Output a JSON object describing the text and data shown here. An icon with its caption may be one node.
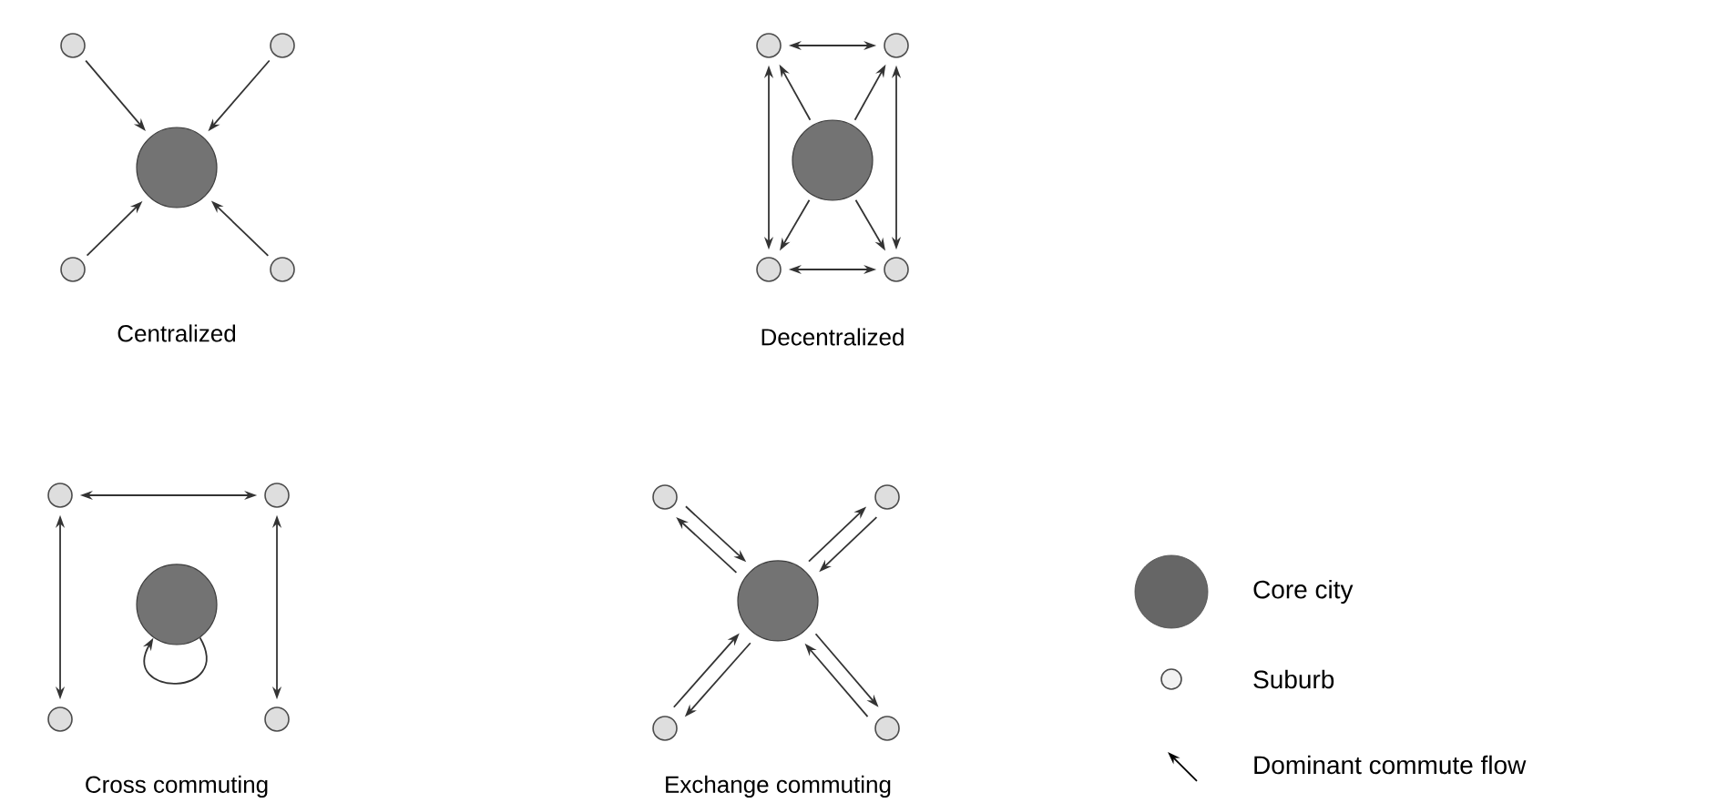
{
  "diagram": {
    "nodes": [
      {
        "text": [],
        "shape": "circle"
      },
      {
        "text": [],
        "shape": "circle"
      },
      {
        "text": [],
        "shape": "circle"
      },
      {
        "text": [],
        "shape": "circle"
      },
      {
        "text": [],
        "shape": "circle"
      },
      {
        "text": [],
        "shape": "circle"
      },
      {
        "text": [],
        "shape": "circle"
      },
      {
        "text": [],
        "shape": "circle"
      },
      {
        "text": [],
        "shape": "circle"
      },
      {
        "text": [],
        "shape": "circle"
      },
      {
        "text": [],
        "shape": "circle"
      },
      {
        "text": [],
        "shape": "circle"
      },
      {
        "text": [],
        "shape": "circle"
      },
      {
        "text": [],
        "shape": "circle"
      },
      {
        "text": [],
        "shape": "circle"
      },
      {
        "text": [],
        "shape": "circle"
      },
      {
        "text": [],
        "shape": "circle"
      },
      {
        "text": [],
        "shape": "circle"
      },
      {
        "text": [],
        "shape": "circle"
      },
      {
        "text": [],
        "shape": "circle"
      }
    ],
    "edges": [
      {
        "from": 0,
        "to": 2,
        "arrow": "to"
      },
      {
        "from": 1,
        "to": 2,
        "arrow": "to"
      },
      {
        "from": 3,
        "to": 2,
        "arrow": "to"
      },
      {
        "from": 4,
        "to": 2,
        "arrow": "to"
      },
      {
        "from": 5,
        "to": 6,
        "arrow": "both"
      },
      {
        "from": 5,
        "to": 8,
        "arrow": "both"
      },
      {
        "from": 6,
        "to": 9,
        "arrow": "both"
      },
      {
        "from": 8,
        "to": 9,
        "arrow": "both"
      },
      {
        "from": 7,
        "to": 5,
        "arrow": "to"
      },
      {
        "from": 7,
        "to": 6,
        "arrow": "to"
      },
      {
        "from": 7,
        "to": 8,
        "arrow": "to"
      },
      {
        "from": 7,
        "to": 9,
        "arrow": "to"
      },
      {
        "from": 10,
        "to": 11,
        "arrow": "both"
      },
      {
        "from": 10,
        "to": 13,
        "arrow": "both"
      },
      {
        "from": 11,
        "to": 14,
        "arrow": "both"
      },
      {
        "from": 12,
        "to": 12,
        "arrow": "to"
      },
      {
        "from": 15,
        "to": 17,
        "arrow": "to"
      },
      {
        "from": 17,
        "to": 15,
        "arrow": "to"
      },
      {
        "from": 16,
        "to": 17,
        "arrow": "to"
      },
      {
        "from": 17,
        "to": 16,
        "arrow": "to"
      },
      {
        "from": 18,
        "to": 17,
        "arrow": "to"
      },
      {
        "from": 17,
        "to": 18,
        "arrow": "to"
      },
      {
        "from": 19,
        "to": 17,
        "arrow": "to"
      },
      {
        "from": 17,
        "to": 19,
        "arrow": "to"
      }
    ],
    "labels": [
      "Centralized",
      "Decentralized",
      "Cross commuting",
      "Exchange commuting"
    ],
    "legend": [
      {
        "text": "Core city"
      },
      {
        "text": "Suburb"
      },
      {
        "text": "Dominant commute flow"
      }
    ]
  }
}
